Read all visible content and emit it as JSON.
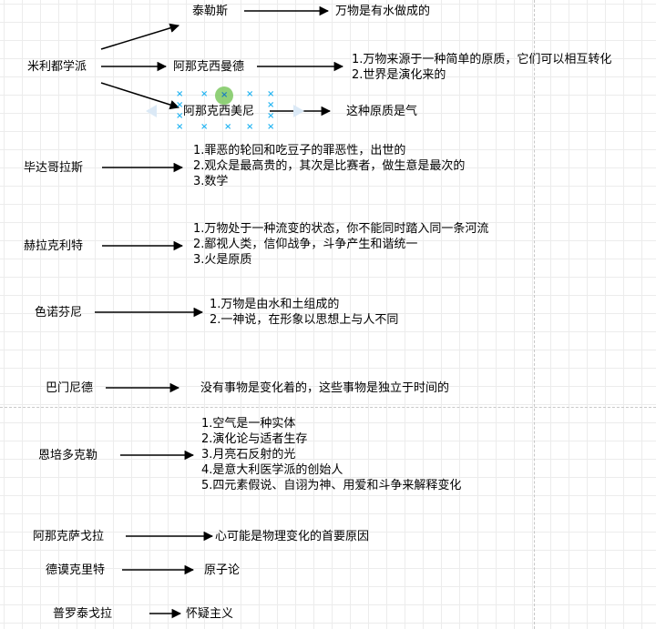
{
  "nodes": {
    "milesian": "米利都学派",
    "thales": "泰勒斯",
    "thales_desc": "万物是有水做成的",
    "anaximander": "阿那克西曼德",
    "anaximander_desc": [
      "1.万物来源于一种简单的原质，它们可以相互转化",
      "2.世界是演化来的"
    ],
    "anaximenes": "阿那克西美尼",
    "anaximenes_desc": "这种原质是气",
    "pythagoras": "毕达哥拉斯",
    "pythagoras_desc": [
      "1.罪恶的轮回和吃豆子的罪恶性，出世的",
      "2.观众是最高贵的，其次是比赛者，做生意是最次的",
      "3.数学"
    ],
    "heraclitus": "赫拉克利特",
    "heraclitus_desc": [
      "1.万物处于一种流变的状态，你不能同时踏入同一条河流",
      "2.鄙视人类，信仰战争，斗争产生和谐统一",
      "3.火是原质"
    ],
    "xenophanes": "色诺芬尼",
    "xenophanes_desc": [
      "1.万物是由水和土组成的",
      "2.一神说，在形象以思想上与人不同"
    ],
    "parmenides": "巴门尼德",
    "parmenides_desc": "没有事物是变化着的，这些事物是独立于时间的",
    "empedocles": "恩培多克勒",
    "empedocles_desc": [
      "1.空气是一种实体",
      "2.演化论与适者生存",
      "3.月亮石反射的光",
      "4.是意大利医学派的创始人",
      "5.四元素假说、自诩为神、用爱和斗争来解释变化"
    ],
    "anaxagoras": "阿那克萨戈拉",
    "anaxagoras_desc": "心可能是物理变化的首要原因",
    "democritus": "德谟克里特",
    "democritus_desc": "原子论",
    "protagoras": "普罗泰戈拉",
    "protagoras_desc": "怀疑主义"
  },
  "colors": {
    "selection_handle": "#29b6f2",
    "rotate_handle": "#7cc860",
    "grid": "#ececec"
  }
}
